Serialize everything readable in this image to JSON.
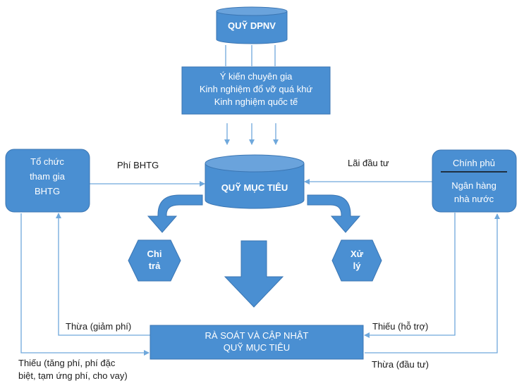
{
  "colors": {
    "box_fill": "#4a8fd2",
    "box_stroke": "#3b76b3",
    "connector": "#6fa8dc",
    "label_text": "#1a1a1a",
    "node_text": "#ffffff"
  },
  "nodes": {
    "quy_dpnv": {
      "label": "QUỸ DPNV"
    },
    "expert_box": {
      "lines": [
        "Ý kiến chuyên gia",
        "Kinh nghiệm đổ vỡ quá khứ",
        "Kinh nghiệm quốc tế"
      ]
    },
    "quy_muc_tieu": {
      "label": "QUỸ MỤC TIÊU"
    },
    "participants": {
      "lines": [
        "Tổ chức",
        "tham gia",
        "BHTG"
      ]
    },
    "government": {
      "top": "Chính phủ",
      "lines": [
        "Ngân hàng",
        "nhà nước"
      ]
    },
    "chi_tra": {
      "lines": [
        "Chi",
        "trả"
      ]
    },
    "xu_ly": {
      "lines": [
        "Xử",
        "lý"
      ]
    },
    "review": {
      "lines": [
        "RÀ SOÁT VÀ CẬP NHẬT",
        "QUỸ MỤC TIÊU"
      ]
    }
  },
  "edges": {
    "phi_bhtg": "Phí BHTG",
    "lai_dau_tu": "Lãi đầu tư",
    "thua_giam_phi": "Thừa (giảm phí)",
    "thieu_ho_tro": "Thiếu (hỗ trợ)",
    "thieu_tang_phi": [
      "Thiếu (tăng phí, phí đặc",
      "biệt, tạm ứng phí, cho vay)"
    ],
    "thua_dau_tu": "Thừa (đầu tư)"
  }
}
